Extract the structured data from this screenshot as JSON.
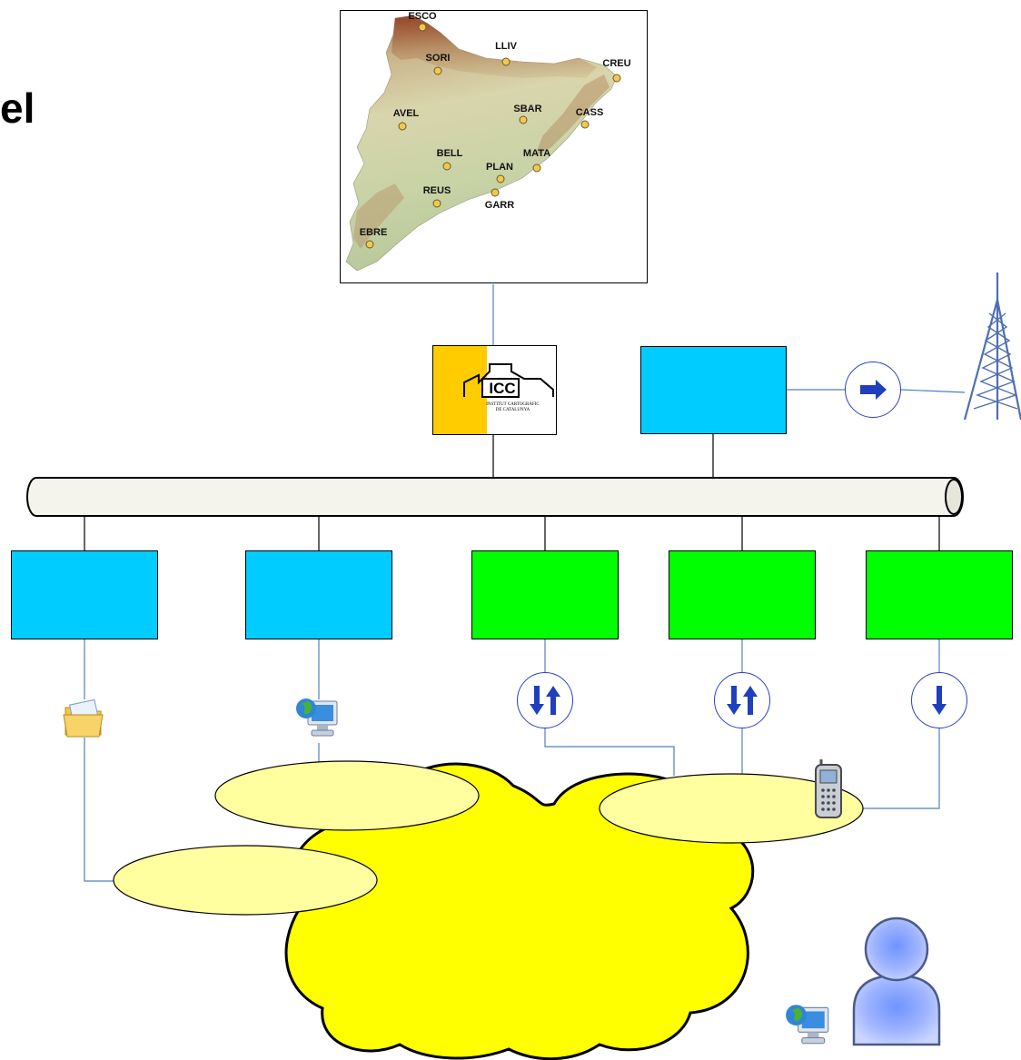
{
  "title": "el",
  "map": {
    "stations": [
      {
        "label": "ESCO"
      },
      {
        "label": "LLIV"
      },
      {
        "label": "SORI"
      },
      {
        "label": "CREU"
      },
      {
        "label": "AVEL"
      },
      {
        "label": "SBAR"
      },
      {
        "label": "CASS"
      },
      {
        "label": "BELL"
      },
      {
        "label": "MATA"
      },
      {
        "label": "PLAN"
      },
      {
        "label": "REUS"
      },
      {
        "label": "GARR"
      },
      {
        "label": "EBRE"
      }
    ]
  },
  "logo": {
    "text": "ICC",
    "subtitle_line1": "INSTITUT CARTOGRÀFIC",
    "subtitle_line2": "DE CATALUNYA"
  },
  "colors": {
    "server_blue": "#00ccff",
    "server_green": "#00ff00",
    "cloud_fill": "#ffff00",
    "network_ellipse": "#ffffa0",
    "connector": "#4f81bd",
    "bus_fill": "#f4f4ec",
    "arrow_blue": "#1f3fbf",
    "logo_gold": "#ffcc00"
  },
  "icons": {
    "ftp_folder": "envelope-folder-icon",
    "web_server": "globe-computer-icon",
    "bidirectional_1": "up-down-arrows-icon",
    "bidirectional_2": "up-down-arrows-icon",
    "downstream": "down-arrow-icon",
    "broadcast": "right-arrow-icon",
    "antenna": "radio-tower-icon",
    "user": "user-avatar-icon",
    "mobile": "mobile-phone-icon",
    "user_computer": "globe-computer-icon"
  }
}
